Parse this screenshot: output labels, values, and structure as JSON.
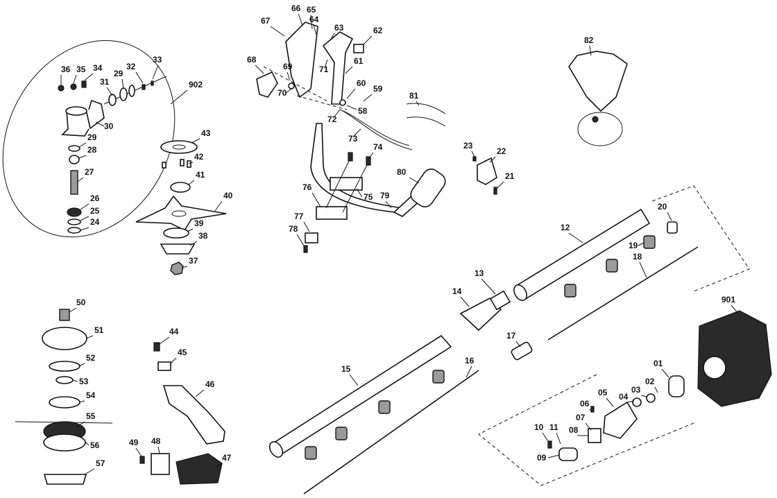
{
  "callouts": [
    {
      "id": "p36",
      "text": "36"
    },
    {
      "id": "p35",
      "text": "35"
    },
    {
      "id": "p34",
      "text": "34"
    },
    {
      "id": "p31",
      "text": "31"
    },
    {
      "id": "p29a",
      "text": "29"
    },
    {
      "id": "p32",
      "text": "32"
    },
    {
      "id": "p33",
      "text": "33"
    },
    {
      "id": "p902",
      "text": "902"
    },
    {
      "id": "p30",
      "text": "30"
    },
    {
      "id": "p29b",
      "text": "29"
    },
    {
      "id": "p28",
      "text": "28"
    },
    {
      "id": "p27",
      "text": "27"
    },
    {
      "id": "p26",
      "text": "26"
    },
    {
      "id": "p25",
      "text": "25"
    },
    {
      "id": "p24",
      "text": "24"
    },
    {
      "id": "p43",
      "text": "43"
    },
    {
      "id": "p42",
      "text": "42"
    },
    {
      "id": "p41",
      "text": "41"
    },
    {
      "id": "p40",
      "text": "40"
    },
    {
      "id": "p39",
      "text": "39"
    },
    {
      "id": "p38",
      "text": "38"
    },
    {
      "id": "p37",
      "text": "37"
    },
    {
      "id": "p67",
      "text": "67"
    },
    {
      "id": "p66",
      "text": "66"
    },
    {
      "id": "p65",
      "text": "65"
    },
    {
      "id": "p64",
      "text": "64"
    },
    {
      "id": "p63",
      "text": "63"
    },
    {
      "id": "p62",
      "text": "62"
    },
    {
      "id": "p68",
      "text": "68"
    },
    {
      "id": "p69",
      "text": "69"
    },
    {
      "id": "p71",
      "text": "71"
    },
    {
      "id": "p61",
      "text": "61"
    },
    {
      "id": "p70",
      "text": "70"
    },
    {
      "id": "p60",
      "text": "60"
    },
    {
      "id": "p59",
      "text": "59"
    },
    {
      "id": "p58",
      "text": "58"
    },
    {
      "id": "p72",
      "text": "72"
    },
    {
      "id": "p81",
      "text": "81"
    },
    {
      "id": "p73",
      "text": "73"
    },
    {
      "id": "p74",
      "text": "74"
    },
    {
      "id": "p80",
      "text": "80"
    },
    {
      "id": "p76",
      "text": "76"
    },
    {
      "id": "p75",
      "text": "75"
    },
    {
      "id": "p79",
      "text": "79"
    },
    {
      "id": "p77",
      "text": "77"
    },
    {
      "id": "p78",
      "text": "78"
    },
    {
      "id": "p82",
      "text": "82"
    },
    {
      "id": "p23",
      "text": "23"
    },
    {
      "id": "p22",
      "text": "22"
    },
    {
      "id": "p21",
      "text": "21"
    },
    {
      "id": "p20",
      "text": "20"
    },
    {
      "id": "p12",
      "text": "12"
    },
    {
      "id": "p19",
      "text": "19"
    },
    {
      "id": "p18",
      "text": "18"
    },
    {
      "id": "p13",
      "text": "13"
    },
    {
      "id": "p14",
      "text": "14"
    },
    {
      "id": "p901",
      "text": "901"
    },
    {
      "id": "p17",
      "text": "17"
    },
    {
      "id": "p15",
      "text": "15"
    },
    {
      "id": "p16",
      "text": "16"
    },
    {
      "id": "p01",
      "text": "01"
    },
    {
      "id": "p06",
      "text": "06"
    },
    {
      "id": "p05",
      "text": "05"
    },
    {
      "id": "p04",
      "text": "04"
    },
    {
      "id": "p03",
      "text": "03"
    },
    {
      "id": "p02",
      "text": "02"
    },
    {
      "id": "p07",
      "text": "07"
    },
    {
      "id": "p10",
      "text": "10"
    },
    {
      "id": "p11",
      "text": "11"
    },
    {
      "id": "p08",
      "text": "08"
    },
    {
      "id": "p09",
      "text": "09"
    },
    {
      "id": "p50",
      "text": "50"
    },
    {
      "id": "p51",
      "text": "51"
    },
    {
      "id": "p52",
      "text": "52"
    },
    {
      "id": "p53",
      "text": "53"
    },
    {
      "id": "p54",
      "text": "54"
    },
    {
      "id": "p55",
      "text": "55"
    },
    {
      "id": "p56",
      "text": "56"
    },
    {
      "id": "p57",
      "text": "57"
    },
    {
      "id": "p44",
      "text": "44"
    },
    {
      "id": "p45",
      "text": "45"
    },
    {
      "id": "p46",
      "text": "46"
    },
    {
      "id": "p49",
      "text": "49"
    },
    {
      "id": "p48",
      "text": "48"
    },
    {
      "id": "p47",
      "text": "47"
    }
  ]
}
